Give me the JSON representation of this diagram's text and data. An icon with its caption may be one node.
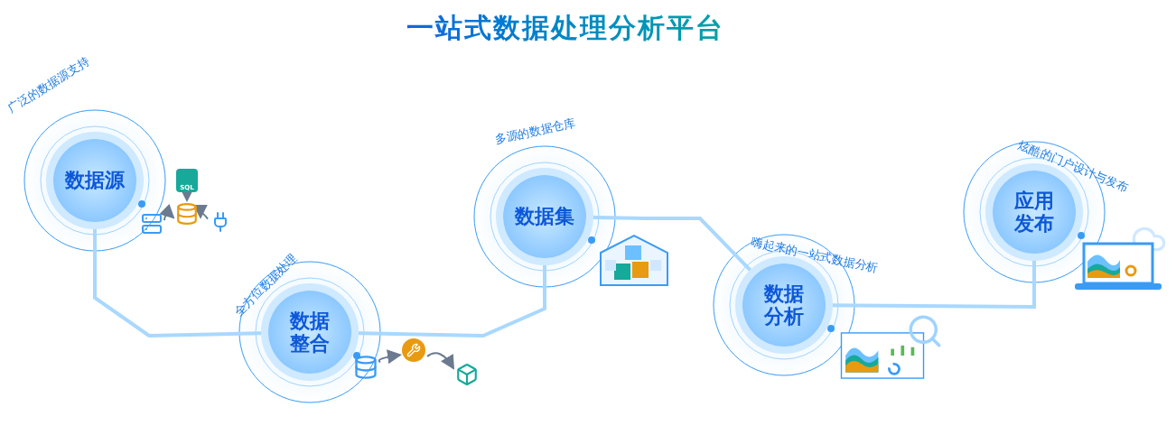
{
  "diagram": {
    "title": "一站式数据处理分析平台",
    "nodes": [
      {
        "text": [
          "数据源"
        ],
        "beside": [
          "广泛的数据源支持"
        ]
      },
      {
        "text": [
          "SQL"
        ]
      },
      {
        "text": [],
        "shape": "picture"
      },
      {
        "text": [],
        "shape": "picture"
      },
      {
        "text": [],
        "shape": "picture"
      },
      {
        "text": [
          "数据整合"
        ],
        "beside": [
          "全方位数据处理"
        ]
      },
      {
        "text": [],
        "shape": "picture"
      },
      {
        "text": [],
        "shape": "picture"
      },
      {
        "text": [],
        "shape": "picture"
      },
      {
        "text": [
          "数据集"
        ],
        "beside": [
          "多源的数据仓库"
        ]
      },
      {
        "text": [
          "数据分析"
        ],
        "beside": [
          "嗨起来的一站式数据分析"
        ]
      },
      {
        "text": [
          "应用发布"
        ],
        "beside": [
          "炫酷的门户设计与发布"
        ]
      }
    ],
    "edges": [
      {
        "from": 0,
        "to": 5,
        "arrow": "none",
        "style": "thick",
        "color": "#a9d8ff"
      },
      {
        "from": 5,
        "to": 9,
        "arrow": "none",
        "style": "thick",
        "color": "#a9d8ff"
      },
      {
        "from": 9,
        "to": 10,
        "arrow": "none",
        "style": "thick",
        "color": "#a9d8ff"
      },
      {
        "from": 10,
        "to": 11,
        "arrow": "none",
        "style": "thick",
        "color": "#a9d8ff"
      },
      {
        "from": 1,
        "to": 3,
        "arrow": "to"
      },
      {
        "from": 2,
        "to": 3,
        "arrow": "to"
      },
      {
        "from": 4,
        "to": 3,
        "arrow": "to"
      },
      {
        "from": 6,
        "to": 7,
        "arrow": "to"
      },
      {
        "from": 7,
        "to": 8,
        "arrow": "to"
      }
    ]
  }
}
